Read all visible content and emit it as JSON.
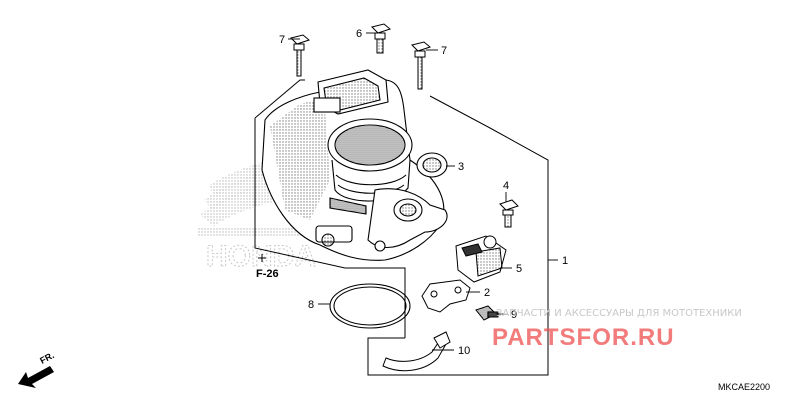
{
  "callouts": {
    "c1": "1",
    "c2": "2",
    "c3": "3",
    "c4": "4",
    "c5": "5",
    "c6": "6",
    "c7a": "7",
    "c7b": "7",
    "c8": "8",
    "c9": "9",
    "c10": "10"
  },
  "references": {
    "section": "F-26",
    "front": "FR.",
    "diagram_code": "MKCAE2200"
  },
  "watermark": {
    "logo": "PARTSFOR.RU",
    "tagline": "ЗАПЧАСТИ И АКСЕССУАРЫ ДЛЯ МОТОТЕХНИКИ",
    "background_logo": "HONDA"
  },
  "colors": {
    "line": "#000000",
    "watermark_red": "#ee4f4f",
    "watermark_gray": "#c8c8c8"
  }
}
